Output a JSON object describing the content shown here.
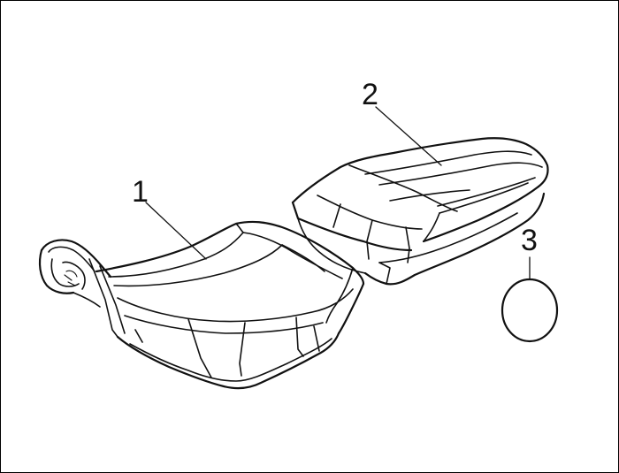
{
  "callouts": {
    "part_1": "1",
    "part_2": "2",
    "part_3": "3"
  },
  "parts": [
    {
      "number": "1",
      "icon": "front-seat-icon"
    },
    {
      "number": "2",
      "icon": "rear-seat-icon"
    },
    {
      "number": "3",
      "icon": "o-ring-icon"
    }
  ],
  "colors": {
    "line": "#111111",
    "background": "#ffffff",
    "border": "#000000"
  }
}
